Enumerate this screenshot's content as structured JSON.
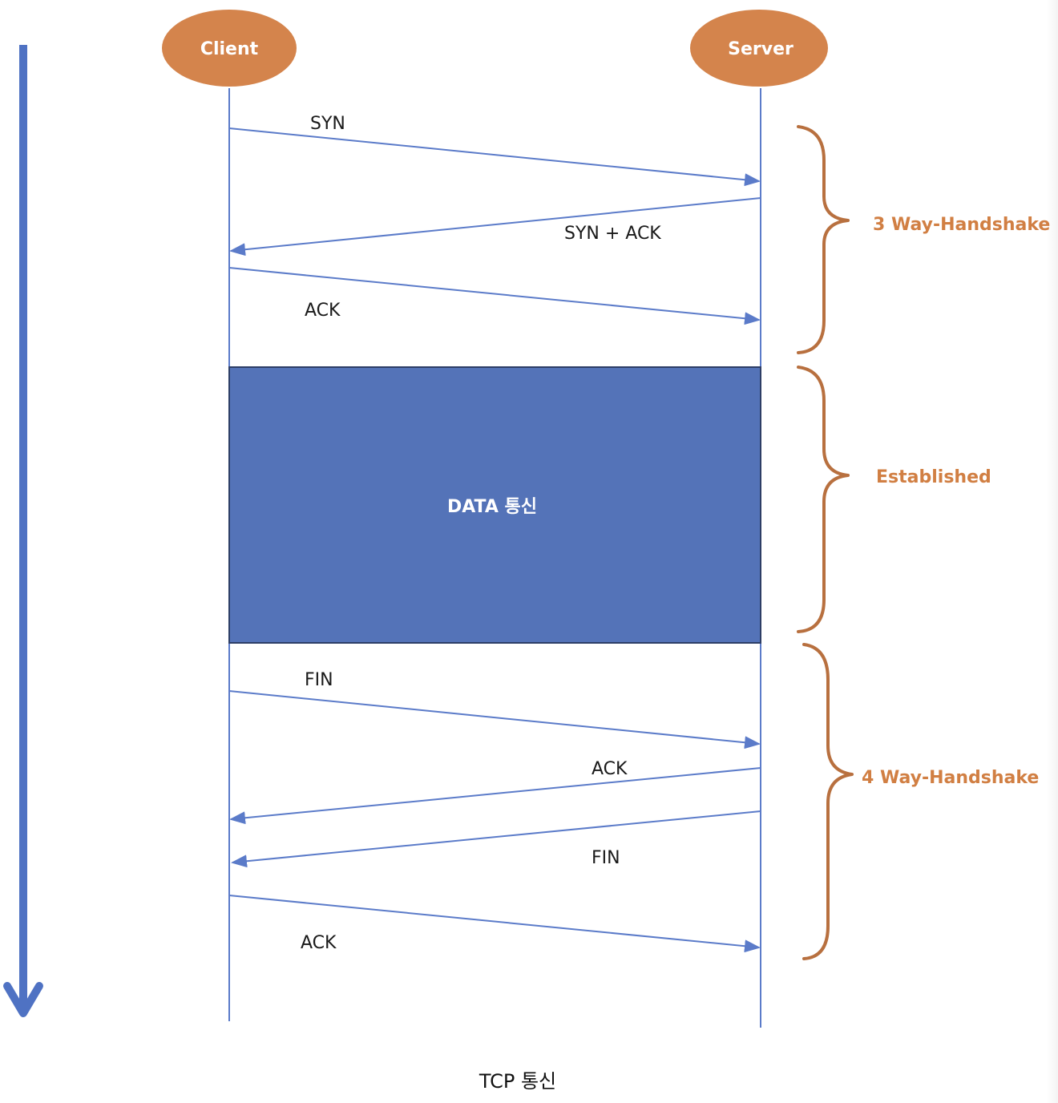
{
  "actors": {
    "client": "Client",
    "server": "Server"
  },
  "messages": [
    {
      "label": "SYN",
      "direction": "client-to-server"
    },
    {
      "label": "SYN + ACK",
      "direction": "server-to-client"
    },
    {
      "label": "ACK",
      "direction": "client-to-server"
    },
    {
      "label": "FIN",
      "direction": "client-to-server"
    },
    {
      "label": "ACK",
      "direction": "server-to-client"
    },
    {
      "label": "FIN",
      "direction": "server-to-client"
    },
    {
      "label": "ACK",
      "direction": "client-to-server"
    }
  ],
  "data_block": {
    "label": "DATA 통신"
  },
  "phases": [
    {
      "label": "3 Way-Handshake"
    },
    {
      "label": "Established"
    },
    {
      "label": "4 Way-Handshake"
    }
  ],
  "caption": "TCP 통신",
  "colors": {
    "actor_fill": "#d4844c",
    "line": "#5b7bc9",
    "data_block": "#5473b8",
    "brace": "#b8703f",
    "phase_text": "#d17f43",
    "time_arrow": "#4f72c3"
  },
  "icons": {
    "time_arrow": "arrow-down-icon"
  }
}
